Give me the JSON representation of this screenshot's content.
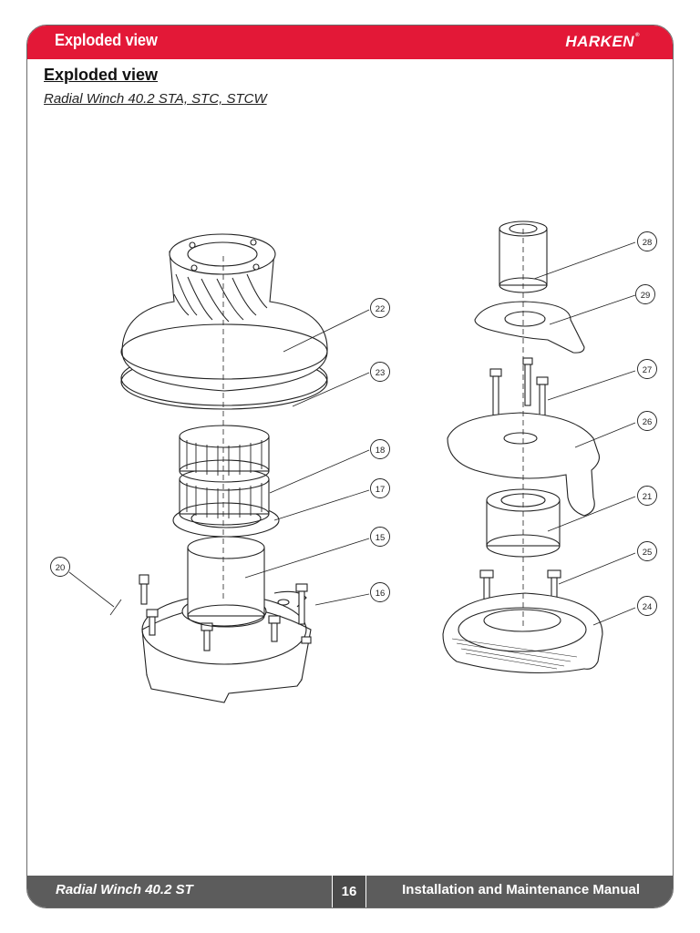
{
  "header": {
    "title": "Exploded view",
    "brand": "HARKEN",
    "brand_mark": "®"
  },
  "section": {
    "title": "Exploded view",
    "subtitle": "Radial Winch 40.2 STA, STC, STCW"
  },
  "callouts": [
    "28",
    "29",
    "22",
    "27",
    "23",
    "26",
    "18",
    "21",
    "17",
    "15",
    "25",
    "20",
    "16",
    "24"
  ],
  "footer": {
    "left": "Radial Winch 40.2 ST",
    "page": "16",
    "right": "Installation and Maintenance Manual"
  },
  "colors": {
    "header": "#e31837",
    "footer": "#5c5c5c",
    "line": "#222222"
  }
}
